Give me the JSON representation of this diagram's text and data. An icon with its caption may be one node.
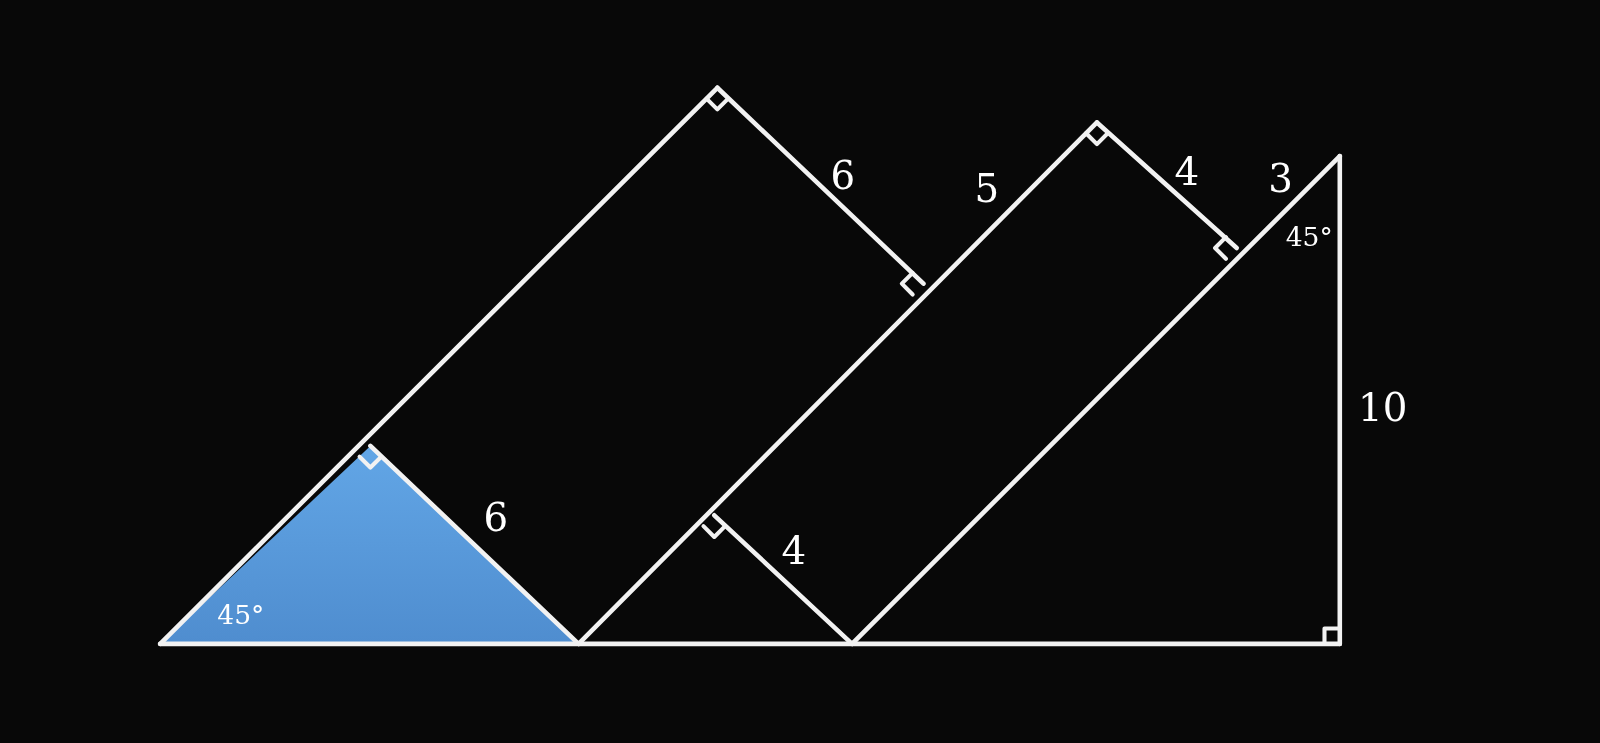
{
  "diagram": {
    "labels": [
      "4",
      "6",
      "3",
      "5",
      "45°",
      "10",
      "6",
      "4",
      "45°"
    ]
  }
}
